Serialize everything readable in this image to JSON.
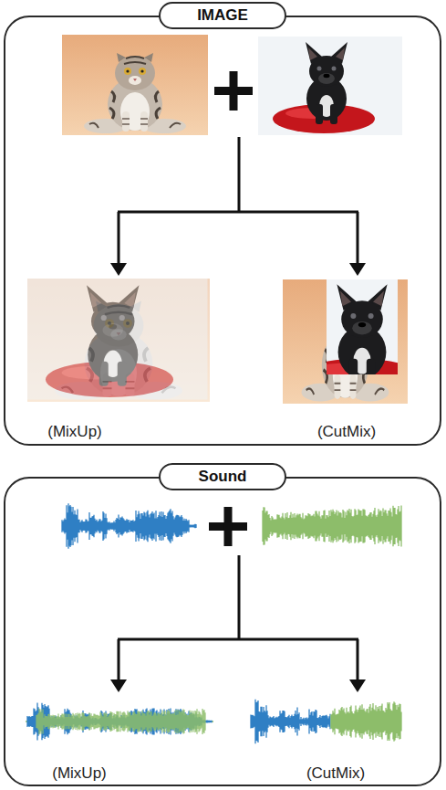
{
  "diagram": {
    "nodes": [
      {
        "text": [
          "IMAGE"
        ]
      },
      {
        "text": [
          "Sound"
        ]
      }
    ],
    "labels": [
      "(MixUp)",
      "(CutMix)",
      "(MixUp)",
      "(CutMix)"
    ]
  }
}
